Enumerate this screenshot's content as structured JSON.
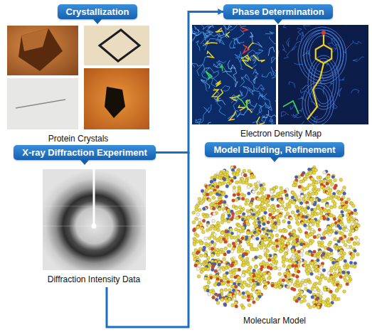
{
  "diagram": {
    "nodes": [
      {
        "text": [
          "Crystallization"
        ]
      },
      {
        "text": [
          "X-ray Diffraction Experiment"
        ]
      },
      {
        "text": [
          "Phase Determination"
        ]
      },
      {
        "text": [
          "Model Building, Refinement"
        ]
      }
    ],
    "edges": [
      {
        "from": 1,
        "to": 2,
        "arrow": "to"
      }
    ],
    "labels": [
      "Protein Crystals",
      "Diffraction Intensity Data",
      "Electron Density Map",
      "Molecular Model"
    ]
  }
}
